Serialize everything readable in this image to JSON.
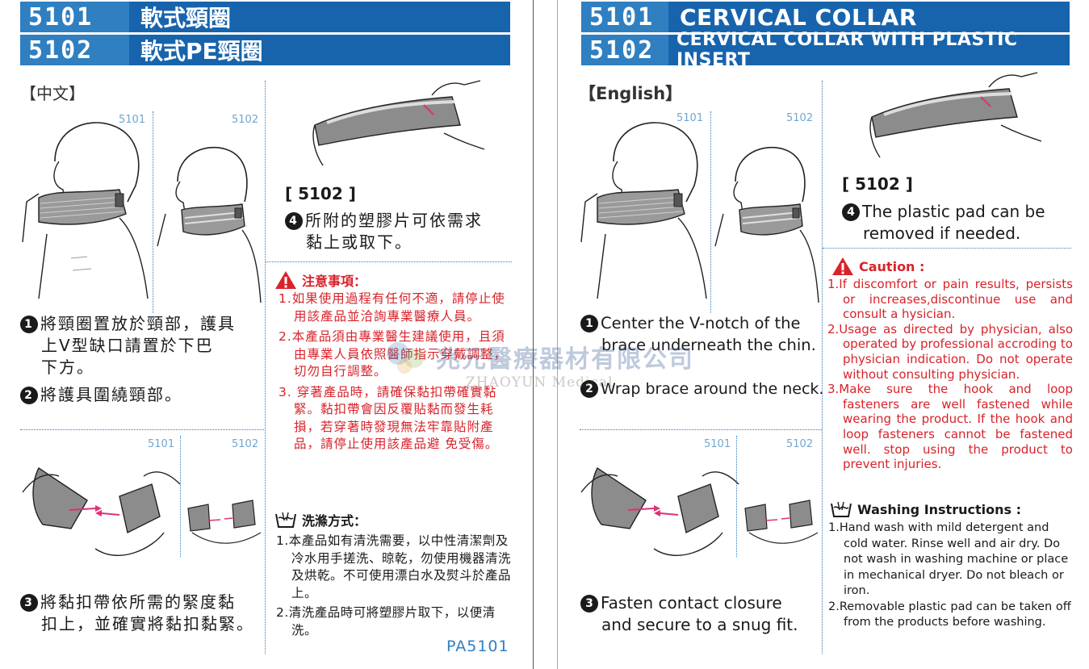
{
  "colors": {
    "header_code_bg": "#2f7fc1",
    "header_title_bg": "#1764ad",
    "caution_red": "#d8232a",
    "accent_blue": "#2f7fc1"
  },
  "left": {
    "header": {
      "row1_code": "5101",
      "row1_title": "軟式頸圈",
      "row2_code": "5102",
      "row2_title": "軟式PE頸圈"
    },
    "language": "【中文】",
    "fig_codes": {
      "a1": "5101",
      "a2": "5102",
      "b1": "5101",
      "b2": "5102"
    },
    "bracket_5102": "[ 5102 ]",
    "step4": {
      "num": "4",
      "line1": "所附的塑膠片可依需求",
      "line2": "黏上或取下。"
    },
    "step1": {
      "num": "1",
      "line1": "將頸圈置放於頸部，護具",
      "line2": "上V型缺口請置於下巴",
      "line3": "下方。"
    },
    "step2": {
      "num": "2",
      "line1": "將護具圍繞頸部。"
    },
    "step3": {
      "num": "3",
      "line1": "將黏扣帶依所需的緊度黏",
      "line2": "扣上，並確實將黏扣黏緊。"
    },
    "caution": {
      "title": "注意事項：",
      "items": [
        "1.如果使用過程有任何不適，請停止使用該產品並洽詢專業醫療人員。",
        "2.本產品須由專業醫生建議使用，且須由專業人員依照醫師指示穿戴調整，切勿自行調整。",
        "3. 穿著產品時，請確保黏扣帶確實黏緊。黏扣帶會因反覆貼黏而發生耗損，若穿著時發現無法牢靠貼附產品，請停止使用該產品避  免受傷。"
      ]
    },
    "washing": {
      "title": "洗滌方式：",
      "items": [
        "1.本產品如有清洗需要，以中性清潔劑及冷水用手搓洗、晾乾，勿使用機器清洗及烘乾。不可使用漂白水及熨斗於產品上。",
        "2.清洗產品時可將塑膠片取下，以便清洗。"
      ]
    },
    "doc_code": "PA5101"
  },
  "right": {
    "header": {
      "row1_code": "5101",
      "row1_title": "CERVICAL COLLAR",
      "row2_code": "5102",
      "row2_title": "CERVICAL COLLAR WITH PLASTIC INSERT"
    },
    "language": "【English】",
    "fig_codes": {
      "a1": "5101",
      "a2": "5102",
      "b1": "5101",
      "b2": "5102"
    },
    "bracket_5102": "[ 5102 ]",
    "step4": {
      "num": "4",
      "line1": "The plastic pad can be",
      "line2": "removed if needed."
    },
    "step1": {
      "num": "1",
      "line1": "Center the V-notch of the",
      "line2": "brace underneath the chin."
    },
    "step2": {
      "num": "2",
      "line1": "Wrap brace around the neck."
    },
    "step3": {
      "num": "3",
      "line1": "Fasten contact closure",
      "line2": "and secure to a snug fit."
    },
    "caution": {
      "title": "Caution :",
      "items": [
        "1.If discomfort or pain results, persists or increases,discontinue use and consult a hysician.",
        "2.Usage as directed by physician, also operated by professional accroding to physician indication. Do not operate without consulting physician.",
        "3.Make sure the hook and loop fasteners are well fastened while wearing the product. If the hook and loop fasteners cannot be fastened well. stop using the  product to prevent injuries."
      ]
    },
    "washing": {
      "title": "Washing Instructions :",
      "items": [
        "1.Hand wash with mild detergent and cold water. Rinse well and air dry. Do not wash in washing machine or place in mechanical dryer. Do not bleach or iron.",
        "2.Removable plastic pad can be taken off from the products before washing."
      ]
    }
  },
  "watermark": {
    "cn": "兆元醫療器材有限公司",
    "en": "ZHAOYUN Medical"
  },
  "icons": {
    "warning": "warning-triangle-icon",
    "wash": "washing-tub-icon"
  }
}
